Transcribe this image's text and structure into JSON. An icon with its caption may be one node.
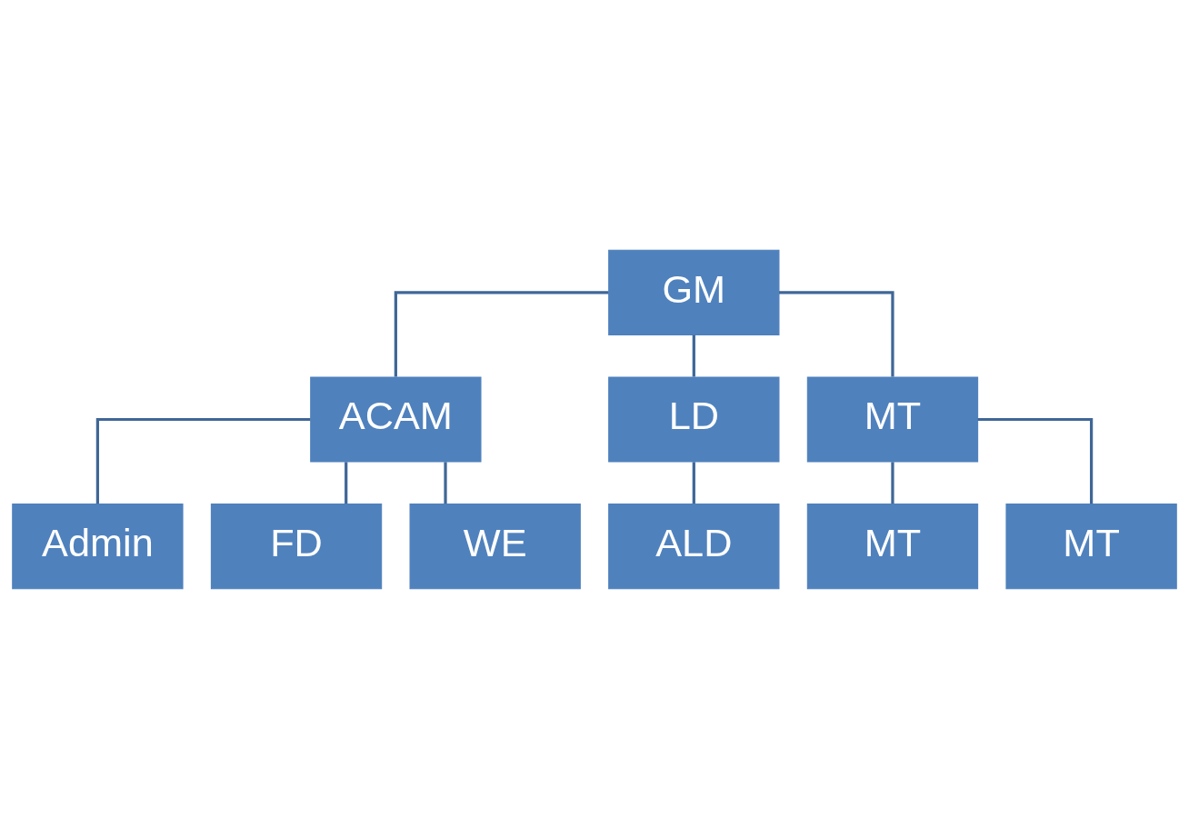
{
  "diagram": {
    "nodes": [
      {
        "text": [
          "GM"
        ]
      },
      {
        "text": [
          "ACAM"
        ]
      },
      {
        "text": [
          "LD"
        ]
      },
      {
        "text": [
          "MT"
        ]
      },
      {
        "text": [
          "Admin"
        ]
      },
      {
        "text": [
          "FD"
        ]
      },
      {
        "text": [
          "WE"
        ]
      },
      {
        "text": [
          "ALD"
        ]
      },
      {
        "text": [
          "MT"
        ]
      },
      {
        "text": [
          "MT"
        ]
      }
    ],
    "edges": [
      {
        "from": 0,
        "to": 1,
        "arrow": "none"
      },
      {
        "from": 0,
        "to": 2,
        "arrow": "none"
      },
      {
        "from": 0,
        "to": 3,
        "arrow": "none"
      },
      {
        "from": 1,
        "to": 4,
        "arrow": "none"
      },
      {
        "from": 1,
        "to": 5,
        "arrow": "none"
      },
      {
        "from": 1,
        "to": 6,
        "arrow": "none"
      },
      {
        "from": 2,
        "to": 7,
        "arrow": "none"
      },
      {
        "from": 3,
        "to": 8,
        "arrow": "none"
      },
      {
        "from": 3,
        "to": 9,
        "arrow": "none"
      }
    ]
  }
}
